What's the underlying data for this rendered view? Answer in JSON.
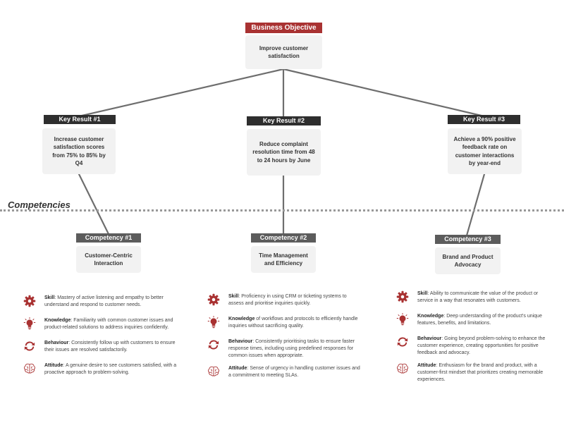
{
  "objective": {
    "tag": "Business Objective",
    "text": "Improve customer satisfaction"
  },
  "key_results": [
    {
      "tag": "Key Result #1",
      "text": "Increase customer satisfaction scores from 75% to 85% by Q4"
    },
    {
      "tag": "Key Result #2",
      "text": "Reduce complaint resolution time from 48 to 24 hours by June"
    },
    {
      "tag": "Key Result #3",
      "text": "Achieve a 90% positive feedback rate on customer interactions by year-end"
    }
  ],
  "competencies_title": "Competencies",
  "competencies": [
    {
      "tag": "Competency #1",
      "text": "Customer-Centric Interaction",
      "skill_label": "Skill",
      "skill": ": Mastery of active listening and empathy to better understand and respond to customer needs.",
      "knowledge_label": "Knowledge",
      "knowledge": ": Familiarity with common customer issues and product-related solutions to address inquiries confidently.",
      "behaviour_label": "Behaviour",
      "behaviour": ": Consistently follow up with customers to ensure their issues are resolved satisfactorily.",
      "attitude_label": "Attitude",
      "attitude": ": A genuine desire to see customers satisfied, with a proactive approach to problem-solving."
    },
    {
      "tag": "Competency #2",
      "text": "Time Management and Efficiency",
      "skill_label": "Skill",
      "skill": ": Proficiency in using CRM or ticketing systems to assess and prioritise inquiries quickly.",
      "knowledge_label": "Knowledge",
      "knowledge": " of workflows and protocols to efficiently handle inquiries without sacrificing quality.",
      "behaviour_label": "Behaviour",
      "behaviour": ": Consistently prioritising tasks to ensure faster response times, including using predefined responses for common issues when appropriate.",
      "attitude_label": "Attitude",
      "attitude": ": Sense of urgency in handling customer issues and a commitment to meeting SLAs."
    },
    {
      "tag": "Competency #3",
      "text": "Brand and Product Advocacy",
      "skill_label": "Skill",
      "skill": ": Ability to communicate the value of the product or service in a way that resonates with customers.",
      "knowledge_label": "Knowledge",
      "knowledge": ": Deep understanding of the product's unique features, benefits, and limitations.",
      "behaviour_label": "Behaviour",
      "behaviour": ": Going beyond problem-solving to enhance the customer experience, creating opportunities for positive feedback and advocacy.",
      "attitude_label": "Attitude",
      "attitude": ": Enthusiasm for the brand and product, with a customer-first mindset that prioritizes creating memorable experiences."
    }
  ],
  "icons": {
    "skill": "gear-icon",
    "knowledge": "lightbulb-icon",
    "behaviour": "cycle-arrows-icon",
    "attitude": "brain-icon"
  },
  "colors": {
    "accent": "#a93232",
    "dark_tag": "#2e2e2e",
    "grey_tag": "#5c5c5c",
    "box": "#f2f2f2",
    "connector": "#6e6e6e"
  }
}
